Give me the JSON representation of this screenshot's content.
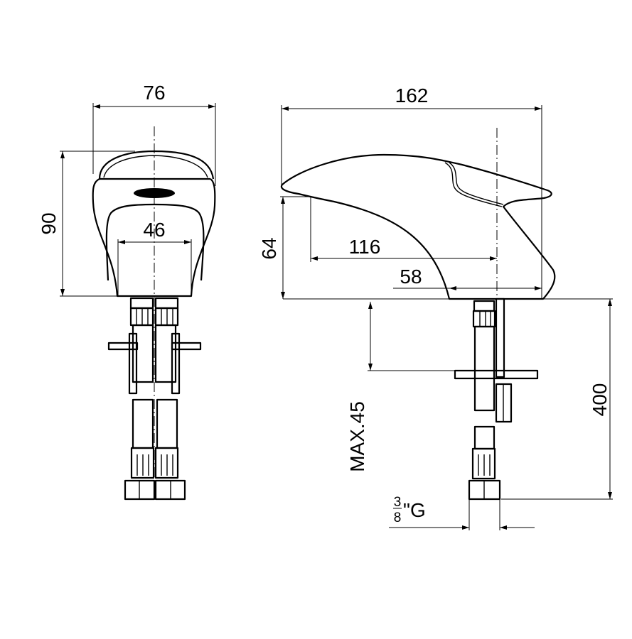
{
  "front_view": {
    "width_label": "76",
    "height_label": "90",
    "base_width_label": "46"
  },
  "side_view": {
    "length_label": "162",
    "height_label": "64",
    "reach_label": "116",
    "base_label": "58",
    "hose_length_label": "400",
    "max_deck_label": "MAX.45",
    "thread_numerator": "3",
    "thread_denominator": "8",
    "thread_suffix": "\"G"
  }
}
